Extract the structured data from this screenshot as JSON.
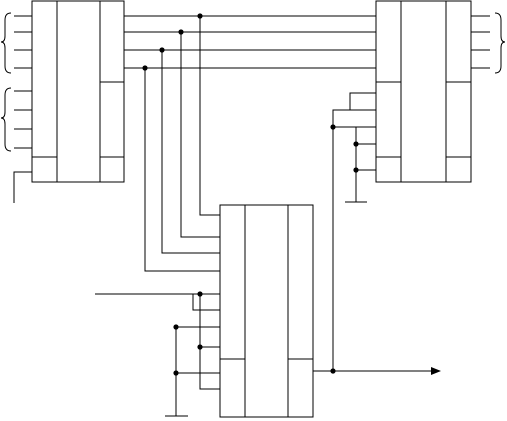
{
  "diagram": {
    "kind": "logic-schematic",
    "stroke_color": "#000000",
    "background_color": "#ffffff",
    "components": [
      {
        "id": "chip-a",
        "kind": "ic-block",
        "sections": 3
      },
      {
        "id": "chip-b",
        "kind": "ic-block",
        "sections": 3
      },
      {
        "id": "chip-c",
        "kind": "ic-block",
        "sections": 3
      }
    ],
    "symbols": [
      "left-brace-top",
      "left-brace-bottom",
      "right-brace",
      "ground-top-right",
      "ground-bottom",
      "output-arrow"
    ]
  }
}
